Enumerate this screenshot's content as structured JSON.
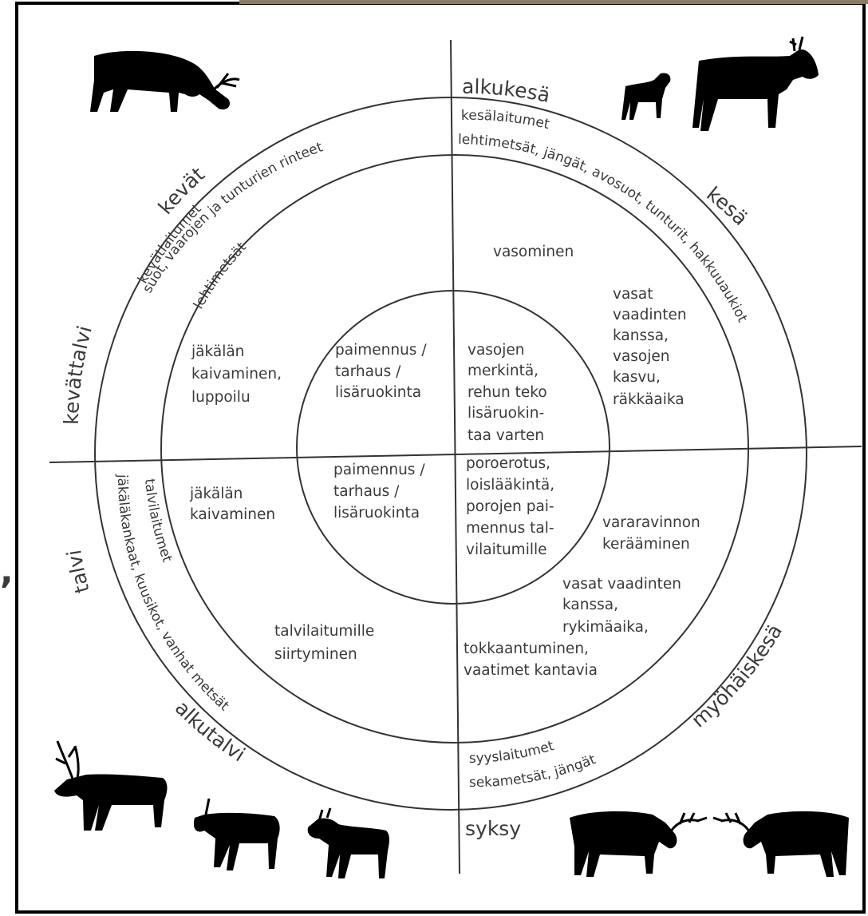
{
  "seasons": {
    "alkukesa": "alkukesä",
    "kesa": "kesä",
    "myohaiskesa": "myöhäiskesä",
    "syksy": "syksy",
    "alkutalvi": "alkutalvi",
    "talvi": "talvi",
    "kevattalvi": "kevättalvi",
    "kevat": "kevät"
  },
  "pastures": {
    "summer_title": "kesälaitumet",
    "summer_text": "lehtimetsät, jängät, avosuot, tunturit, hakkuuaukiot",
    "spring_title": "kevätlaitumet",
    "spring_text1": "suot, vaarojen ja tunturien rinteet",
    "spring_text2": "lehtimetsät",
    "winter_title": "talvilaitumet",
    "winter_text": "jäkäläkankaat, kuusikot, vanhat metsät",
    "autumn_title": "syyslaitumet",
    "autumn_text": "sekametsät, jängät"
  },
  "middle": {
    "vasominen": "vasominen",
    "ne": [
      "vasat",
      "vaadinten",
      "kanssa,",
      "vasojen",
      "kasvu,",
      "räkkäaika"
    ],
    "nw": [
      "jäkälän",
      "kaivaminen,",
      "luppoilu"
    ],
    "sw_top": [
      "jäkälän",
      "kaivaminen"
    ],
    "sw_bottom": [
      "talvilaitumille",
      "siirtyminen"
    ],
    "se_a": [
      "vararavinnon",
      "kerääminen"
    ],
    "se_b": [
      "vasat vaadinten",
      "kanssa,",
      "rykimäaika,"
    ],
    "se_c": [
      "tokkaantuminen,",
      "vaatimet kantavia"
    ]
  },
  "inner": {
    "nw": [
      "paimennus /",
      "tarhaus /",
      "lisäruokinta"
    ],
    "ne": [
      "vasojen",
      "merkintä,",
      "rehun teko",
      "lisäruokin-",
      "taa varten"
    ],
    "sw": [
      "paimennus /",
      "tarhaus /",
      "lisäruokinta"
    ],
    "se": [
      "poroerotus,",
      "loislääkintä,",
      "porojen pai-",
      "mennus tal-",
      "vilaitumille"
    ]
  },
  "stray_mark": ","
}
